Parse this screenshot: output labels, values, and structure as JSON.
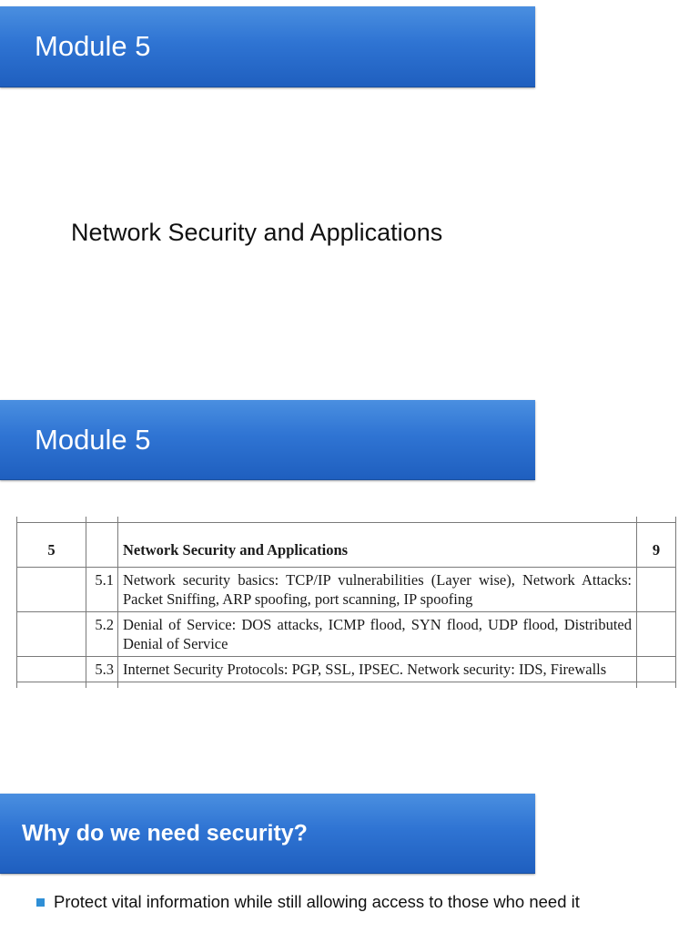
{
  "slides": [
    {
      "heading": "Module 5",
      "subtitle": "Network Security and Applications"
    },
    {
      "heading": "Module 5",
      "syllabus": {
        "module": {
          "number": "5",
          "title": "Network Security and Applications",
          "hours": "9"
        },
        "topics": [
          {
            "number": "5.1",
            "text": "Network security basics: TCP/IP vulnerabilities (Layer wise), Network Attacks: Packet Sniffing, ARP spoofing, port scanning, IP spoofing"
          },
          {
            "number": "5.2",
            "text": "Denial of Service: DOS attacks, ICMP flood, SYN flood, UDP flood, Distributed Denial of Service"
          },
          {
            "number": "5.3",
            "text": "Internet Security Protocols: PGP, SSL, IPSEC. Network security: IDS, Firewalls"
          }
        ]
      }
    },
    {
      "heading": "Why do we need security?",
      "bullets": [
        "Protect vital information while still allowing access to those who need it"
      ]
    }
  ],
  "colors": {
    "banner": "#2f74d3",
    "bullet": "#2f8fd6"
  }
}
